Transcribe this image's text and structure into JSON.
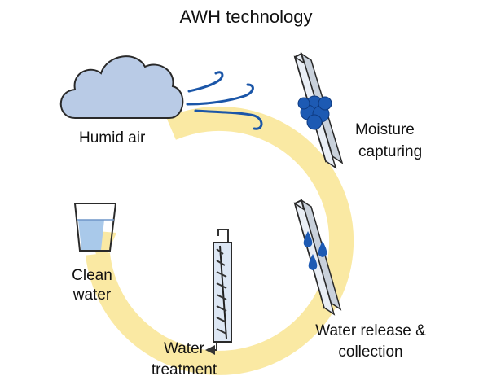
{
  "title": "AWH technology",
  "stages": {
    "humid_air": "Humid air",
    "moisture_capturing": {
      "line1": "Moisture",
      "line2": "capturing"
    },
    "water_release": {
      "line1": "Water release &",
      "line2": "collection"
    },
    "water_treatment": {
      "line1": "Water",
      "line2": "treatment"
    },
    "clean_water": {
      "line1": "Clean",
      "line2": "water"
    }
  },
  "colors": {
    "cycle_arrow": "#fae9a3",
    "cloud_fill": "#b9cbe6",
    "outline": "#2a2a2a",
    "wind": "#1b56a8",
    "drop": "#1d5ab3",
    "panel": "#e9eef5",
    "water": "#a9c9ea"
  }
}
